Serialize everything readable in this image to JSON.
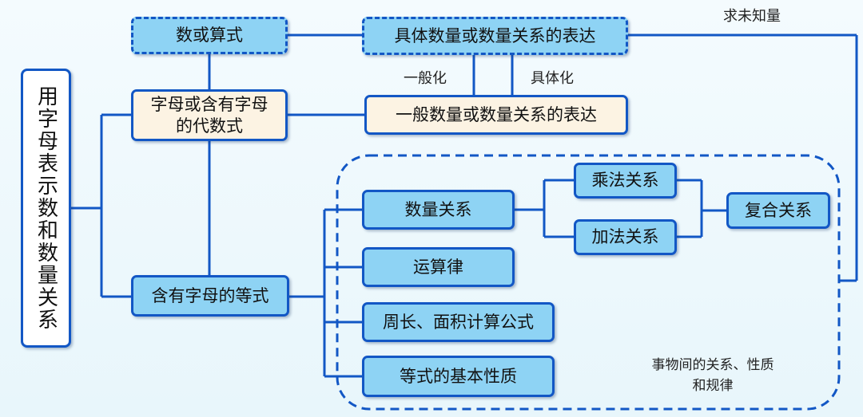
{
  "main": "用字母表示数和数量关系",
  "nodes": {
    "num_expr": "数或算式",
    "concrete": "具体数量或数量关系的表达",
    "letter_expr": "字母或含有字母的代数式",
    "general": "一般数量或数量关系的表达",
    "equation": "含有字母的等式",
    "quantity": "数量关系",
    "laws": "运算律",
    "formulas": "周长、面积计算公式",
    "eq_props": "等式的基本性质",
    "multiply": "乘法关系",
    "add": "加法关系",
    "compound": "复合关系"
  },
  "labels": {
    "unknown": "求未知量",
    "generalize": "一般化",
    "concretize": "具体化",
    "relations_line1": "事物间的关系、性质",
    "relations_line2": "和规律"
  }
}
